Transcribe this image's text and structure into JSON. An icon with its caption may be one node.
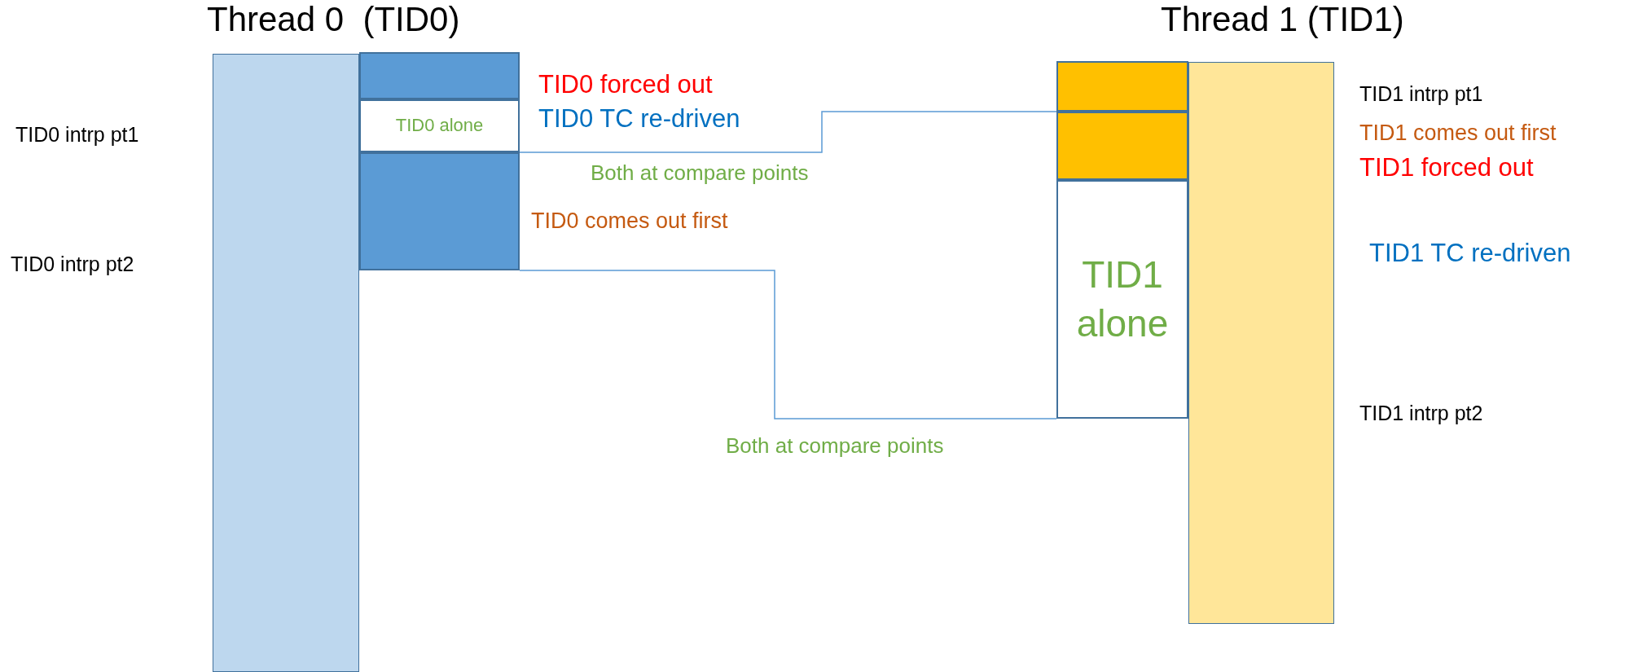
{
  "diagram": {
    "nodes": [
      {
        "text": [],
        "shape": "bar"
      },
      {
        "text": [],
        "shape": "box"
      },
      {
        "text": [
          "TID0 alone"
        ]
      },
      {
        "text": [],
        "shape": "box"
      },
      {
        "text": [],
        "shape": "box"
      },
      {
        "text": [],
        "shape": "box"
      },
      {
        "text": [
          "TID1 alone"
        ]
      },
      {
        "text": [],
        "shape": "bar"
      }
    ],
    "edges": [
      {
        "from": 3,
        "to": 5,
        "arrow": "none",
        "label": "Both at compare points"
      },
      {
        "from": 3,
        "to": 6,
        "arrow": "none",
        "label": "Both at compare points"
      }
    ],
    "labels": [
      "Thread 0  (TID0)",
      "Thread 1 (TID1)",
      "TID0 forced out",
      "TID0 TC re-driven",
      "TID1 intrp pt1",
      "TID0 intrp pt1",
      "TID1 comes out first",
      "TID1 forced out",
      "TID0 comes out first",
      "TID0 intrp pt2",
      "TID1 TC re-driven",
      "TID1 intrp pt2"
    ]
  }
}
